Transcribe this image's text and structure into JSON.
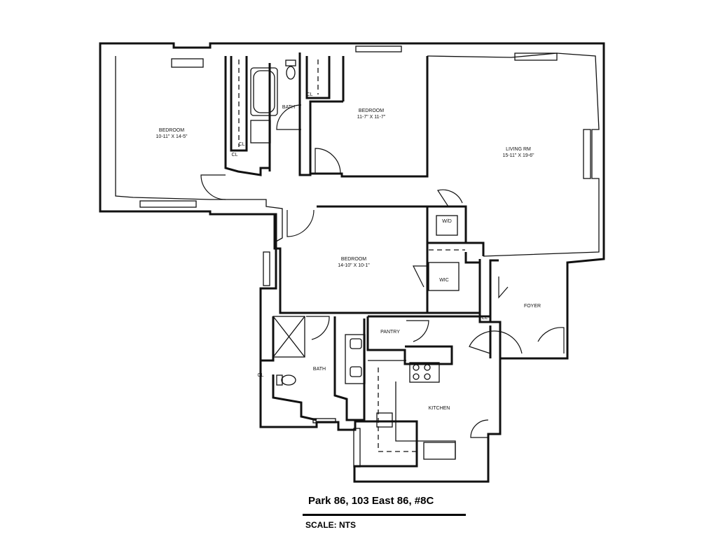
{
  "plan": {
    "title": "Park 86, 103 East 86, #8C",
    "scale": "SCALE: NTS"
  },
  "rooms": {
    "bedroom_nw": {
      "name": "BEDROOM",
      "dims": "10-11\" X 14-5\""
    },
    "bath_top": {
      "name": "BATH"
    },
    "bedroom_n": {
      "name": "BEDROOM",
      "dims": "11-7\" X 11-7\""
    },
    "living": {
      "name": "LIVING RM",
      "dims": "15-11\" X 19-6\""
    },
    "bedroom_c": {
      "name": "BEDROOM",
      "dims": "14-10\" X 10-1\""
    },
    "wd": {
      "name": "W/D"
    },
    "wic": {
      "name": "WIC"
    },
    "foyer": {
      "name": "FOYER"
    },
    "pantry": {
      "name": "PANTRY"
    },
    "bath_bottom": {
      "name": "BATH"
    },
    "kitchen": {
      "name": "KITCHEN"
    },
    "closets": {
      "cl_a": "CL",
      "cl_b": "CL",
      "cl_c": "CL",
      "cl_d": "CL",
      "cl_e": "CL"
    }
  }
}
